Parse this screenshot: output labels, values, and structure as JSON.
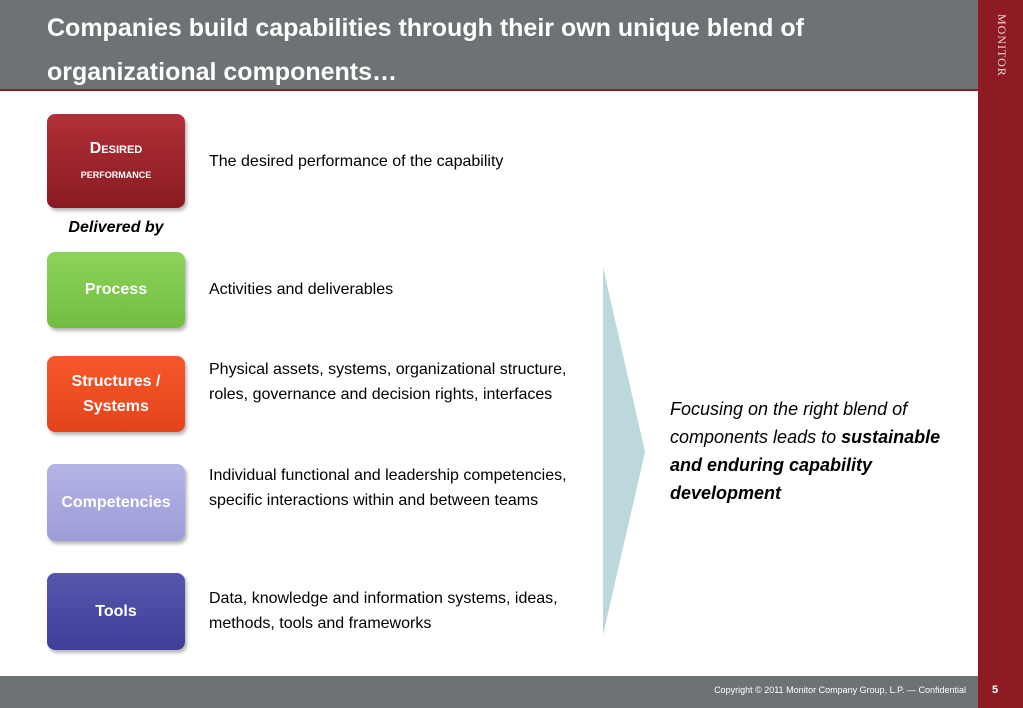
{
  "header": {
    "title": "Companies build capabilities through their own unique blend of organizational components…"
  },
  "brand": "MONITOR",
  "boxes": {
    "desired_line1": "Desired",
    "desired_line2": "performance",
    "process": "Process",
    "structures": "Structures / Systems",
    "competencies": "Competencies",
    "tools": "Tools"
  },
  "delivered_by": "Delivered by",
  "descriptions": {
    "desired": "The desired performance of the capability",
    "process": "Activities and deliverables",
    "structures": "Physical assets, systems, organizational structure, roles, governance and decision rights,  interfaces",
    "competencies": "Individual functional and leadership competencies, specific interactions within and between teams",
    "tools": "Data, knowledge and information systems, ideas, methods, tools and frameworks"
  },
  "summary": {
    "intro": "Focusing on the right blend of components leads to ",
    "emphasis": "sustainable and enduring capability development"
  },
  "footer": {
    "copyright": "Copyright © 2011 Monitor Company Group, L.P. — Confidential",
    "page": "5"
  },
  "colors": {
    "header_bg": "#6d7274",
    "accent_red": "#8e1b23",
    "process_green": "#7dc94b",
    "structures_orange": "#ee4e22",
    "competencies_lavender": "#a8a8df",
    "tools_indigo": "#4a4aa3",
    "arrow_teal": "#bcd8dc"
  }
}
